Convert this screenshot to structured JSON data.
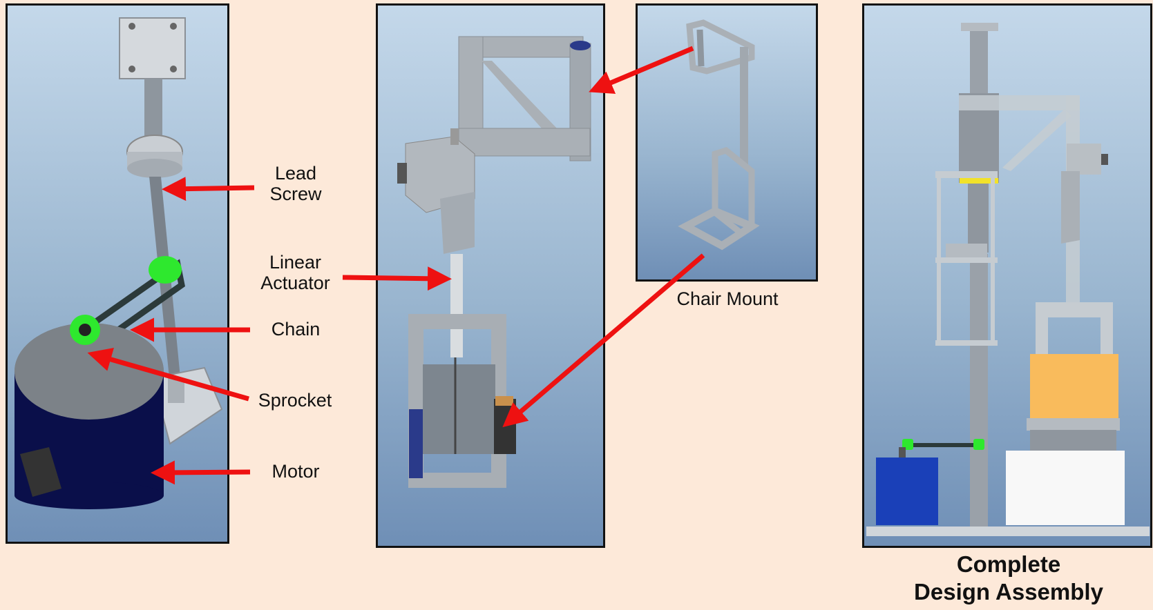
{
  "labels": {
    "lead_screw": "Lead\nScrew",
    "linear_actuator": "Linear\nActuator",
    "chain": "Chain",
    "sprocket": "Sprocket",
    "motor": "Motor",
    "chair_mount": "Chair Mount",
    "complete_assembly": "Complete\nDesign Assembly"
  },
  "colors": {
    "background": "#fde9d9",
    "arrow": "#ee1111",
    "sprocket_green": "#2ee82e",
    "motor_navy": "#0a0f4a",
    "part_gray": "#a9b0b8",
    "seat_orange": "#f9bb5c"
  }
}
